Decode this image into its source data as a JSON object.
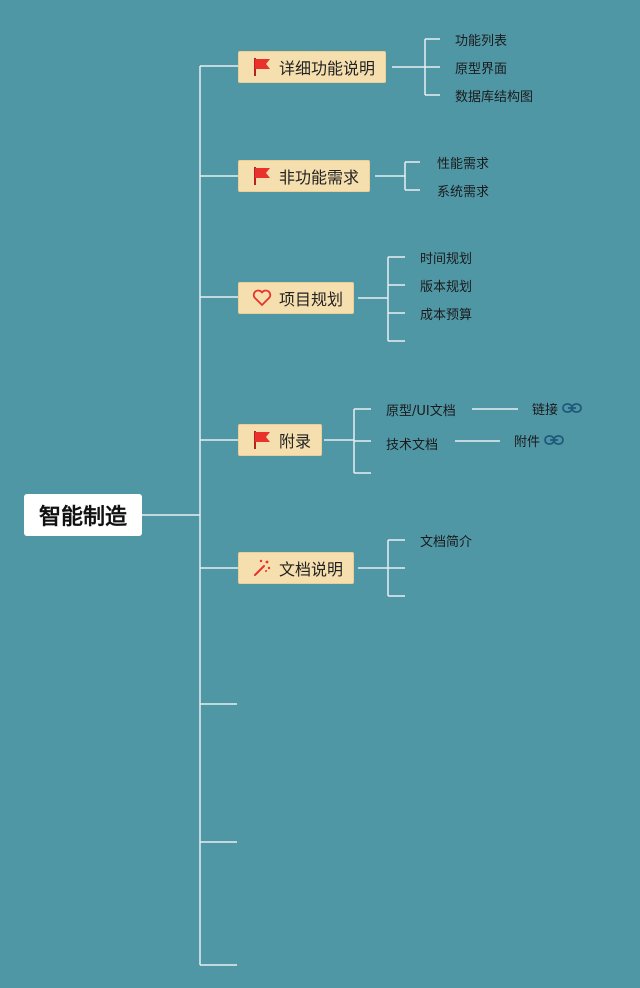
{
  "root": {
    "label": "智能制造"
  },
  "branches": [
    {
      "label": "详细功能说明",
      "icon": "flag-icon",
      "children": [
        "功能列表",
        "原型界面",
        "数据库结构图"
      ]
    },
    {
      "label": "非功能需求",
      "icon": "flag-icon",
      "children": [
        "性能需求",
        "系统需求"
      ]
    },
    {
      "label": "项目规划",
      "icon": "heart-icon",
      "children": [
        "时间规划",
        "版本规划",
        "成本预算",
        ""
      ]
    },
    {
      "label": "附录",
      "icon": "flag-icon",
      "children": [
        {
          "label": "原型/UI文档",
          "sub": "链接"
        },
        {
          "label": "技术文档",
          "sub": "附件"
        },
        {
          "label": ""
        }
      ]
    },
    {
      "label": "文档说明",
      "icon": "magic-wand-icon",
      "children": [
        "文档简介",
        "",
        ""
      ]
    }
  ],
  "colors": {
    "background": "#5097a6",
    "branch_fill": "#f6dfae",
    "line": "#e6eef0",
    "flag": "#e8322b",
    "link_icon": "#1f5a7a"
  }
}
